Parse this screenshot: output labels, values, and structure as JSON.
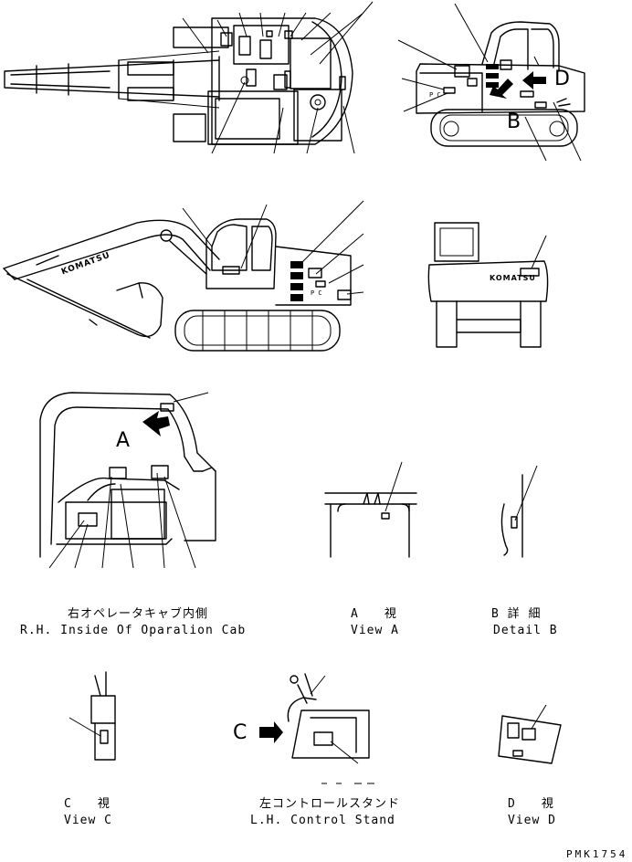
{
  "arrow_letters": {
    "a": "A",
    "b": "B",
    "c": "C",
    "d": "D"
  },
  "brand_mark": "KOMATSU",
  "pc_mark": "P C",
  "captions": {
    "rh_cab_jp": "右オペレータキャブ内側",
    "rh_cab_en": "R.H.  Inside Of Oparalion Cab",
    "view_a_jp": "A　　視",
    "view_a_en": "View A",
    "detail_b_jp": "B 詳 細",
    "detail_b_en": "Detail B",
    "view_c_jp": "C　　視",
    "view_c_en": "View C",
    "lh_stand_jp": "左コントロールスタンド",
    "lh_stand_en": "L.H.  Control Stand",
    "view_d_jp": "D　　視",
    "view_d_en": "View D"
  },
  "drawing_number": "PMK1754"
}
